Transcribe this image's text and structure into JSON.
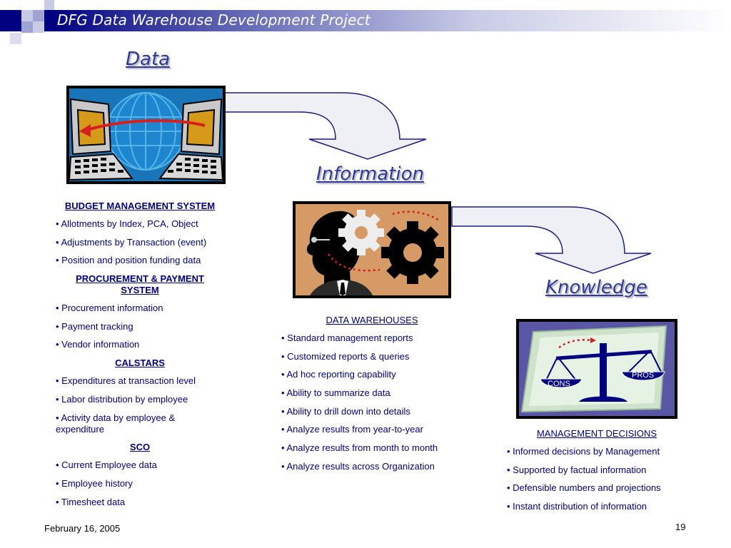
{
  "header": {
    "title": "DFG Data Warehouse Development Project"
  },
  "stages": {
    "data": "Data",
    "information": "Information",
    "knowledge": "Knowledge"
  },
  "scale_labels": {
    "cons": "CONS",
    "pros": "PROS"
  },
  "left_column": {
    "sections": [
      {
        "heading": "BUDGET MANAGEMENT SYSTEM",
        "items": [
          "•  Allotments by Index, PCA, Object",
          "•  Adjustments by Transaction (event)",
          "•  Position and position funding data"
        ]
      },
      {
        "heading": "PROCUREMENT & PAYMENT SYSTEM",
        "items": [
          "• Procurement information",
          "• Payment tracking",
          "• Vendor information"
        ]
      },
      {
        "heading": "CALSTARS",
        "items": [
          "•  Expenditures at transaction level",
          "•  Labor distribution by employee",
          "•  Activity data by employee & expenditure"
        ]
      },
      {
        "heading": "SCO",
        "items": [
          "•  Current Employee data",
          "•  Employee history",
          "•  Timesheet data"
        ]
      }
    ]
  },
  "middle_column": {
    "heading": "DATA WAREHOUSES",
    "items": [
      "•  Standard management reports",
      "•  Customized reports & queries",
      "•  Ad hoc reporting capability",
      "•  Ability to summarize data",
      "•  Ability to drill down into details",
      "•  Analyze results from year-to-year",
      "•  Analyze results from month to month",
      "•  Analyze results across Organization"
    ]
  },
  "right_column": {
    "heading": "MANAGEMENT DECISIONS",
    "items": [
      "•  Informed decisions by Management",
      "•  Supported by factual information",
      "•  Defensible numbers and projections",
      "•  Instant distribution of information"
    ]
  },
  "footer": {
    "date": "February 16, 2005",
    "page": "19"
  },
  "colors": {
    "navy": "#000080",
    "stage_text": "#2e3a96",
    "arrow_fill": "#eef0f6"
  }
}
